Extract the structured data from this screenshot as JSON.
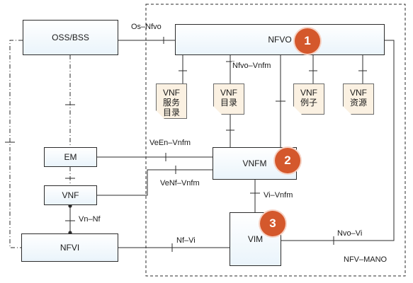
{
  "nodes": {
    "oss_bss": "OSS/BSS",
    "nfvo": "NFVO",
    "em": "EM",
    "vnfm": "VNFM",
    "vnf": "VNF",
    "nfvi": "NFVI",
    "vim": "VIM"
  },
  "catalogs": [
    {
      "line1": "VNF",
      "line2": "服务",
      "line3": "目录"
    },
    {
      "line1": "VNF",
      "line2": "目录",
      "line3": ""
    },
    {
      "line1": "VNF",
      "line2": "例子",
      "line3": ""
    },
    {
      "line1": "VNF",
      "line2": "资源",
      "line3": ""
    }
  ],
  "interfaces": {
    "os_nfvo": "Os–Nfvo",
    "nfvo_vnfm": "Nfvo–Vnfm",
    "veen_vnfm": "VeEn–Vnfm",
    "venf_vnfm": "VeNf–Vnfm",
    "vi_vnfm": "Vi–Vnfm",
    "vn_nf": "Vn–Nf",
    "nf_vi": "Nf–Vi",
    "nvo_vi": "Nvo–Vi"
  },
  "boundary_label": "NFV–MANO",
  "badges": [
    "1",
    "2",
    "3"
  ],
  "colors": {
    "badge": "#d4582c",
    "box_fill": "#eaf4fb",
    "catalog_fill": "#fbf1e2"
  }
}
